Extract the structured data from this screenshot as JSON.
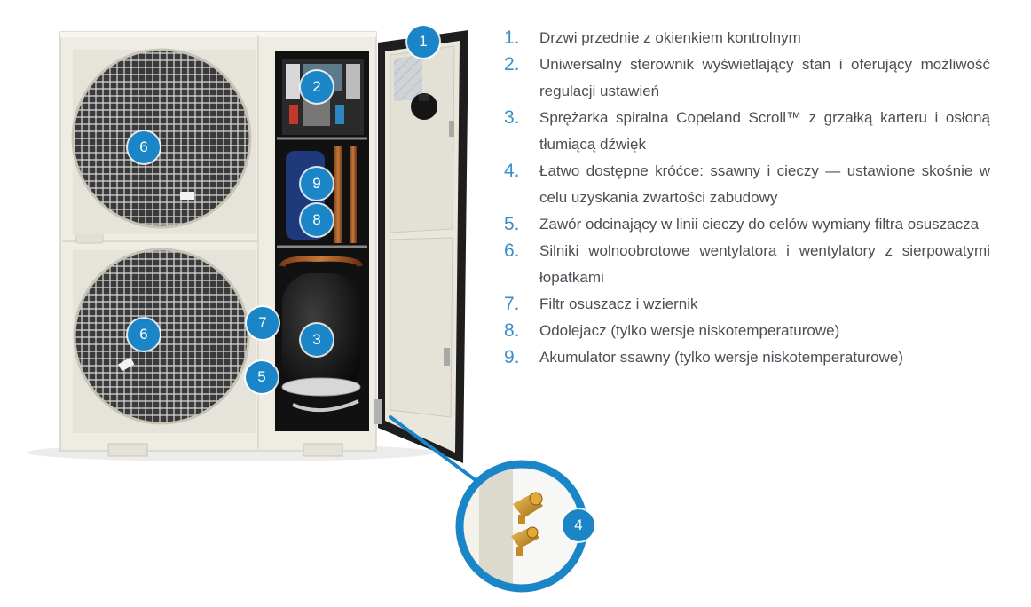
{
  "colors": {
    "accent": "#1a86c8",
    "text": "#4a4f55",
    "number": "#3a8fc9",
    "unit_body": "#efede3",
    "door_frame": "#1e1e1e"
  },
  "markers": [
    {
      "id": "m1",
      "label": "1"
    },
    {
      "id": "m2",
      "label": "2"
    },
    {
      "id": "m6a",
      "label": "6"
    },
    {
      "id": "m9",
      "label": "9"
    },
    {
      "id": "m8",
      "label": "8"
    },
    {
      "id": "m7",
      "label": "7"
    },
    {
      "id": "m3",
      "label": "3"
    },
    {
      "id": "m6b",
      "label": "6"
    },
    {
      "id": "m5",
      "label": "5"
    },
    {
      "id": "m4",
      "label": "4"
    }
  ],
  "legend": [
    {
      "num": "1.",
      "text": "Drzwi przednie z okienkiem kontrolnym"
    },
    {
      "num": "2.",
      "text": "Uniwersalny sterownik wyświetlający stan i oferujący możliwość regulacji ustawień"
    },
    {
      "num": "3.",
      "text": "Sprężarka spiralna Copeland Scroll™ z grzałką karteru i osłoną tłumiącą dźwięk"
    },
    {
      "num": "4.",
      "text": "Łatwo dostępne króćce: ssawny i cieczy — ustawione skośnie w celu uzyskania zwartości zabudowy"
    },
    {
      "num": "5.",
      "text": "Zawór odcinający w linii cieczy do celów wymiany filtra osuszacza"
    },
    {
      "num": "6.",
      "text": "Silniki wolnoobrotowe wentylatora i wentylatory z sierpowatymi łopatkami"
    },
    {
      "num": "7.",
      "text": "Filtr osuszacz i wziernik"
    },
    {
      "num": "8.",
      "text": "Odolejacz (tylko wersje niskotemperaturowe)"
    },
    {
      "num": "9.",
      "text": "Akumulator ssawny (tylko wersje niskotemperaturowe)"
    }
  ]
}
